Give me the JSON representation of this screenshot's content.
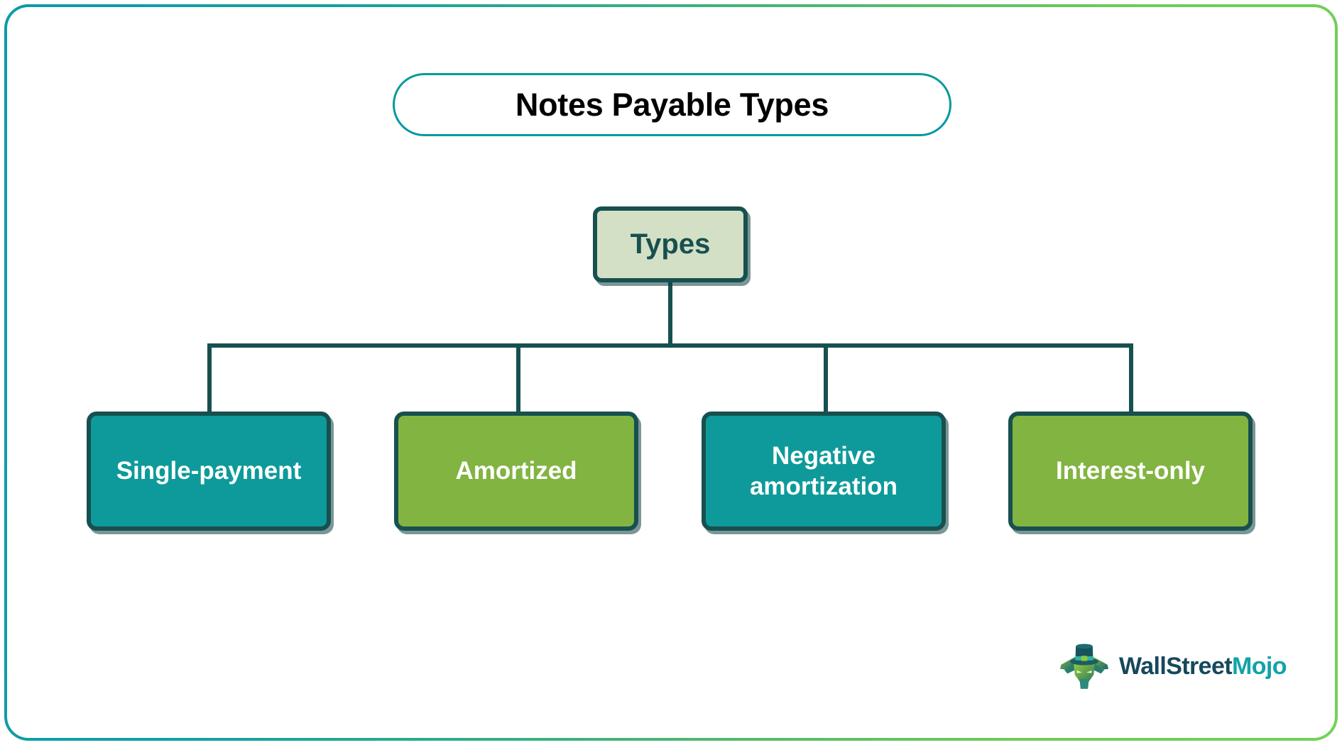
{
  "frame": {
    "gradient_start": "#0d9aab",
    "gradient_end": "#72d257"
  },
  "title": {
    "text": "Notes Payable Types",
    "border_color": "#009a9c",
    "text_color": "#000000"
  },
  "diagram": {
    "type": "hierarchy-tree",
    "root": {
      "label": "Types",
      "fill": "#d3e0c6",
      "border": "#17504f",
      "text_color": "#17504f"
    },
    "connector_color": "#17504f",
    "children": [
      {
        "label": "Single-payment",
        "fill": "#0e9a9a",
        "border": "#17504f",
        "text_color": "#ffffff"
      },
      {
        "label": "Amortized",
        "fill": "#82b441",
        "border": "#17504f",
        "text_color": "#ffffff"
      },
      {
        "label": "Negative amortization",
        "fill": "#0e9a9a",
        "border": "#17504f",
        "text_color": "#ffffff"
      },
      {
        "label": "Interest-only",
        "fill": "#82b441",
        "border": "#17504f",
        "text_color": "#ffffff"
      }
    ]
  },
  "logo": {
    "icon": "wallstreetmojo-bull-tophat-icon",
    "word_1": "WallStreet",
    "word_2": "Mojo",
    "word_1_color": "#16485c",
    "word_2_color": "#12a3a8"
  }
}
